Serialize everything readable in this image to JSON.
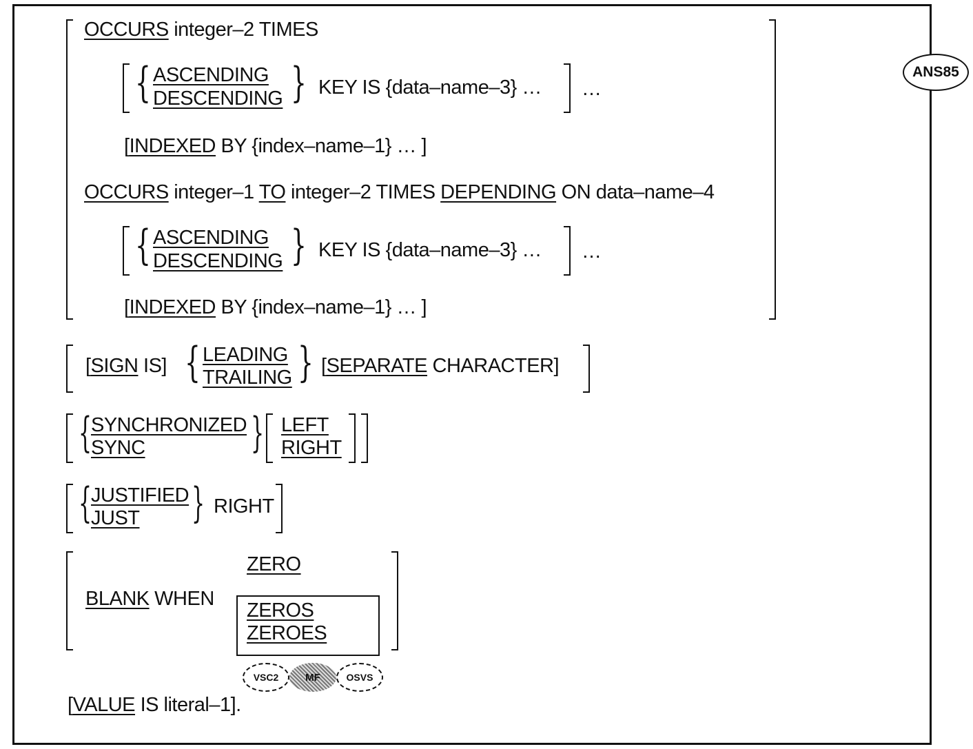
{
  "line1": {
    "kw": "OCCURS",
    "rest": " integer–2 TIMES"
  },
  "order1": {
    "asc": "ASCENDING",
    "desc": "DESCENDING",
    "key": "KEY IS {data–name–3}  …",
    "ell": "…"
  },
  "indexed1": {
    "open": "[",
    "kw": "INDEXED",
    "rest": " BY {index–name–1}  … ]"
  },
  "line2": {
    "kw1": "OCCURS",
    "t1": " integer–1 ",
    "kw2": "TO",
    "t2": " integer–2 TIMES ",
    "kw3": "DEPENDING",
    "t3": " ON data–name–4"
  },
  "order2": {
    "asc": "ASCENDING",
    "desc": "DESCENDING",
    "key": "KEY IS {data–name–3}  …",
    "ell": "…"
  },
  "indexed2": {
    "open": "[",
    "kw": "INDEXED",
    "rest": " BY {index–name–1}  … ]"
  },
  "sign": {
    "open": "[",
    "kw": "SIGN",
    "rest": " IS]",
    "leading": "LEADING",
    "trailing": "TRAILING",
    "sep_open": "[",
    "sep": "SEPARATE",
    "sep_rest": " CHARACTER]"
  },
  "sync": {
    "long": "SYNCHRONIZED",
    "short": "SYNC",
    "left": "LEFT",
    "right": "RIGHT"
  },
  "just": {
    "long": "JUSTIFIED",
    "short": "JUST",
    "right": "RIGHT"
  },
  "blank": {
    "kw": "BLANK",
    "rest": " WHEN",
    "zero": "ZERO",
    "zeros": "ZEROS",
    "zeroes": "ZEROES"
  },
  "badges": {
    "vsc2": "VSC2",
    "mf": "MF",
    "osvs": "OSVS",
    "ans85": "ANS85"
  },
  "value": {
    "open": "[",
    "kw": "VALUE",
    "rest": " IS literal–1]."
  }
}
